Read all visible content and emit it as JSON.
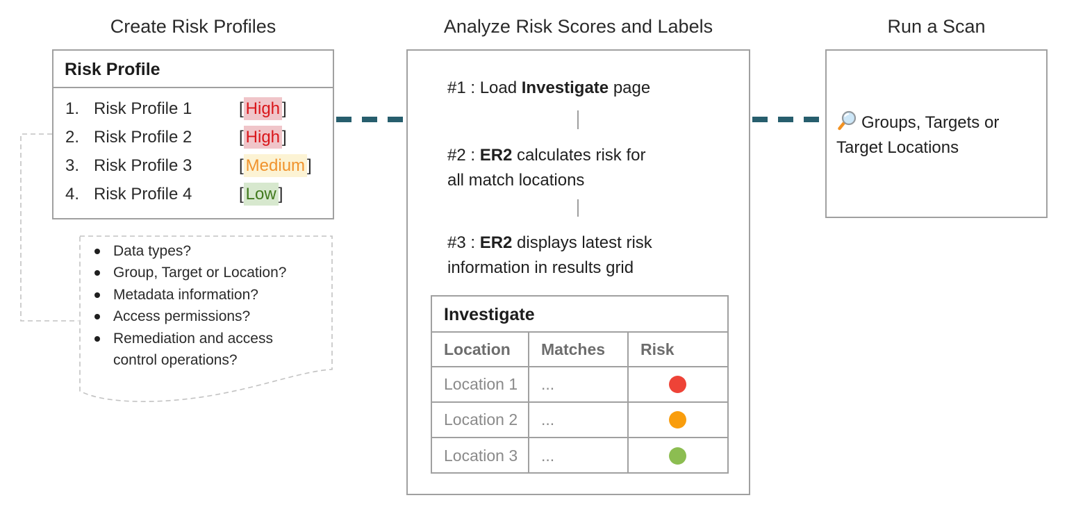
{
  "colors": {
    "connector_teal": "#275e6d",
    "panel_border": "#a0a0a0",
    "note_border": "#c2c2c2",
    "divider_gray": "#9e9e9e"
  },
  "left": {
    "title": "Create Risk Profiles",
    "panel": {
      "header": "Risk Profile",
      "bracket_open": "[",
      "bracket_close": "]",
      "items": [
        {
          "num": "1.",
          "name": "Risk Profile 1",
          "level": "High",
          "text_color": "#d9161a",
          "bg_color": "#f0c5c9"
        },
        {
          "num": "2.",
          "name": "Risk Profile 2",
          "level": "High",
          "text_color": "#d9161a",
          "bg_color": "#f0c5c9"
        },
        {
          "num": "3.",
          "name": "Risk Profile 3",
          "level": "Medium",
          "text_color": "#f0932d",
          "bg_color": "#fcf3d4"
        },
        {
          "num": "4.",
          "name": "Risk Profile 4",
          "level": "Low",
          "text_color": "#41791d",
          "bg_color": "#d7e8ce"
        }
      ]
    },
    "note": {
      "bullets": [
        "Data types?",
        "Group, Target or Location?",
        "Metadata information?",
        "Access permissions?",
        "Remediation and access\ncontrol operations?"
      ]
    }
  },
  "middle": {
    "title": "Analyze Risk Scores and Labels",
    "steps": [
      {
        "prefix": "#1 : Load ",
        "bold": "Investigate",
        "suffix": " page"
      },
      {
        "prefix": "#2 : ",
        "bold": "ER2",
        "suffix": " calculates risk for\nall match locations"
      },
      {
        "prefix": "#3 : ",
        "bold": "ER2",
        "suffix": " displays latest risk\ninformation in results grid"
      }
    ],
    "table": {
      "title": "Investigate",
      "columns": [
        "Location",
        "Matches",
        "Risk"
      ],
      "rows": [
        {
          "location": "Location 1",
          "matches": "...",
          "risk": "high",
          "dot_color": "#ee4337"
        },
        {
          "location": "Location 2",
          "matches": "...",
          "risk": "medium",
          "dot_color": "#f99d0d"
        },
        {
          "location": "Location 3",
          "matches": "...",
          "risk": "low",
          "dot_color": "#8cbd51"
        }
      ]
    }
  },
  "right": {
    "title": "Run a Scan",
    "icon": "magnifying-glass",
    "text": "Groups, Targets or\nTarget Locations"
  }
}
